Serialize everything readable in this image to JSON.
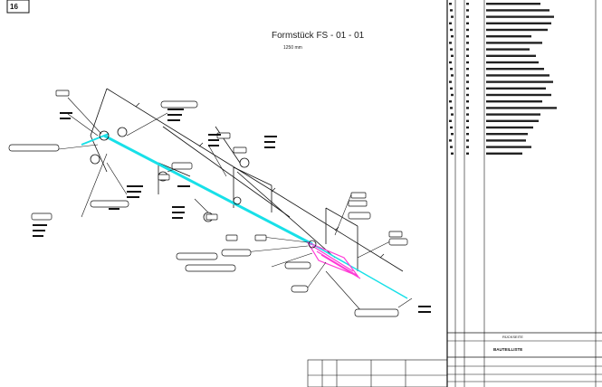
{
  "sheet": {
    "sheet_tag": "16",
    "title": "Formstück FS - 01 - 01",
    "subtitle": "1250 mm"
  },
  "table": {
    "footer_label": "BAUTEILLISTE",
    "footer_label_small": "RÜCKSEITE"
  },
  "colors": {
    "pipe": "#18e0e8",
    "highlight": "#ff3ad6",
    "line": "#111111"
  }
}
